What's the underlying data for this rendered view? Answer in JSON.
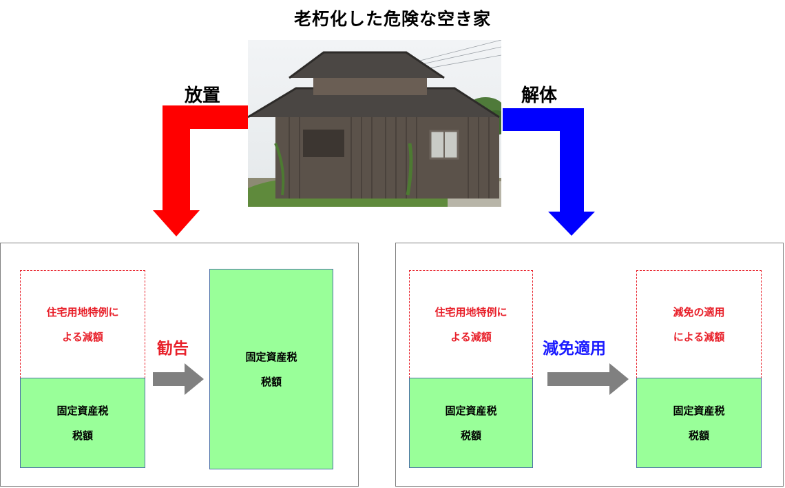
{
  "title": "老朽化した危険な空き家",
  "photo": {
    "icon": "old-japanese-house-photo"
  },
  "left_branch": {
    "label": "放置",
    "arrow_color": "#ff0000"
  },
  "right_branch": {
    "label": "解体",
    "arrow_color": "#0000ff"
  },
  "left_panel": {
    "before_reduction": "住宅用地特例に\nよる減額",
    "before_tax": "固定資産税\n税額",
    "action": "勧告",
    "after_tax": "固定資産税\n税額"
  },
  "right_panel": {
    "before_reduction": "住宅用地特例に\nよる減額",
    "before_tax": "固定資産税\n税額",
    "action": "減免適用",
    "after_reduction": "減免の適用\nによる減額",
    "after_tax": "固定資産税\n税額"
  },
  "colors": {
    "reduction": "#e8202a",
    "tax_fill": "#99ff99",
    "right_action": "#1a1aff",
    "gray_arrow": "#808080"
  }
}
